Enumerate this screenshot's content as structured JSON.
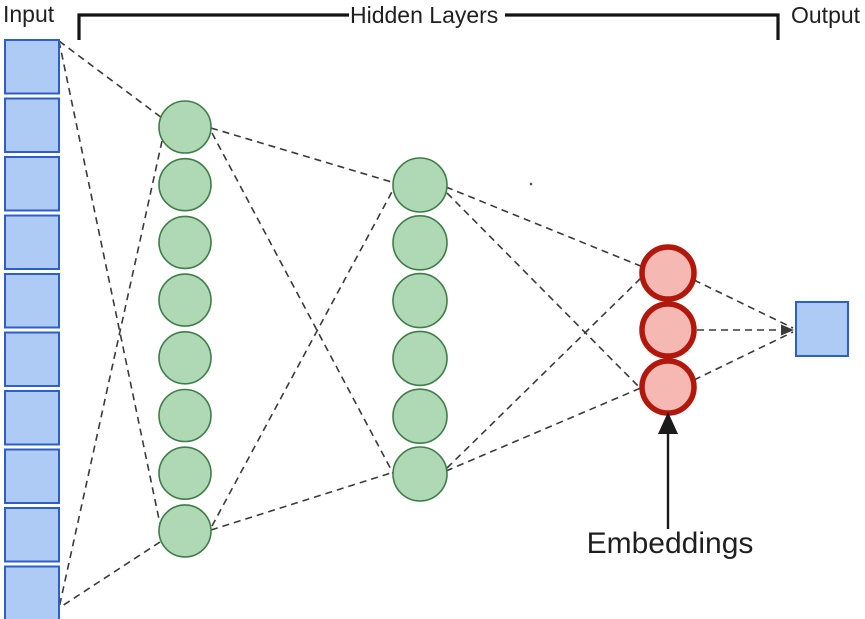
{
  "labels": {
    "input": "Input",
    "hidden_layers": "Hidden Layers",
    "output": "Output",
    "embeddings": "Embeddings"
  },
  "colors": {
    "input_fill": "#aecbf5",
    "input_stroke": "#2e5ec9",
    "hidden_fill": "#afd9b4",
    "hidden_stroke": "#3f7d48",
    "embedding_fill": "#f5b8b2",
    "embedding_stroke": "#b2170c",
    "connector": "#3a3a3a",
    "bracket": "#141414",
    "arrow": "#1a1a1a",
    "label_text": "#1f1f1f"
  },
  "network": {
    "layers": [
      {
        "name": "input",
        "node_shape": "square",
        "node_count": 10
      },
      {
        "name": "hidden-1",
        "node_shape": "circle",
        "node_count": 8
      },
      {
        "name": "hidden-2",
        "node_shape": "circle",
        "node_count": 6
      },
      {
        "name": "embeddings",
        "node_shape": "circle",
        "node_count": 3
      },
      {
        "name": "output",
        "node_shape": "square",
        "node_count": 1
      }
    ],
    "connection_style": "dashed",
    "connection_pattern": "extremes-fan"
  }
}
